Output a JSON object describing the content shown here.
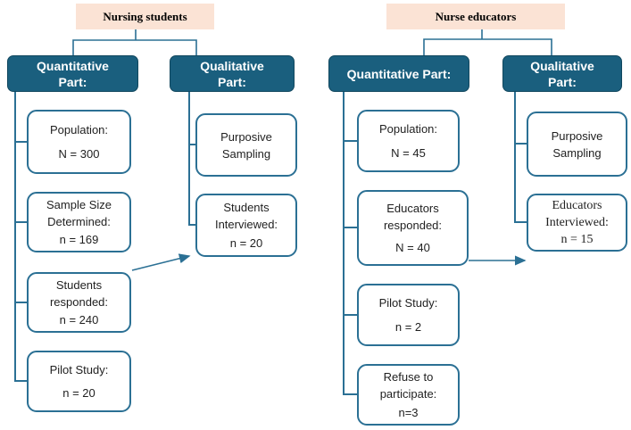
{
  "colors": {
    "banner-bg": "#fbe3d5",
    "header-bg": "#1a5f7e",
    "header-text": "#ffffff",
    "line": "#2b7094",
    "box-bg": "#ffffff",
    "text": "#1f1f1f"
  },
  "charts": [
    {
      "title": "Nursing students",
      "columns": [
        {
          "header": "Quantitative Part:",
          "boxes": [
            {
              "label": "Population:",
              "value": "N = 300"
            },
            {
              "label": "Sample Size Determined:",
              "value": "n = 169"
            },
            {
              "label": "Students responded:",
              "value": "n = 240"
            },
            {
              "label": "Pilot Study:",
              "value": "n = 20"
            }
          ]
        },
        {
          "header": "Qualitative Part:",
          "boxes": [
            {
              "label": "Purposive Sampling",
              "value": ""
            },
            {
              "label": "Students Interviewed:",
              "value": "n = 20"
            }
          ]
        }
      ],
      "arrow": {
        "from": "Students responded: n = 240",
        "to": "Students Interviewed: n = 20"
      }
    },
    {
      "title": "Nurse educators",
      "columns": [
        {
          "header": "Quantitative Part:",
          "boxes": [
            {
              "label": "Population:",
              "value": "N = 45"
            },
            {
              "label": "Educators responded:",
              "value": "N = 40"
            },
            {
              "label": "Pilot Study:",
              "value": "n = 2"
            },
            {
              "label": "Refuse to participate:",
              "value": "n=3"
            }
          ]
        },
        {
          "header": "Qualitative Part:",
          "boxes": [
            {
              "label": "Purposive Sampling",
              "value": ""
            },
            {
              "label": "Educators Interviewed:",
              "value": "n = 15"
            }
          ]
        }
      ],
      "arrow": {
        "from": "Educators responded: N = 40",
        "to": "Educators Interviewed: n = 15"
      }
    }
  ]
}
